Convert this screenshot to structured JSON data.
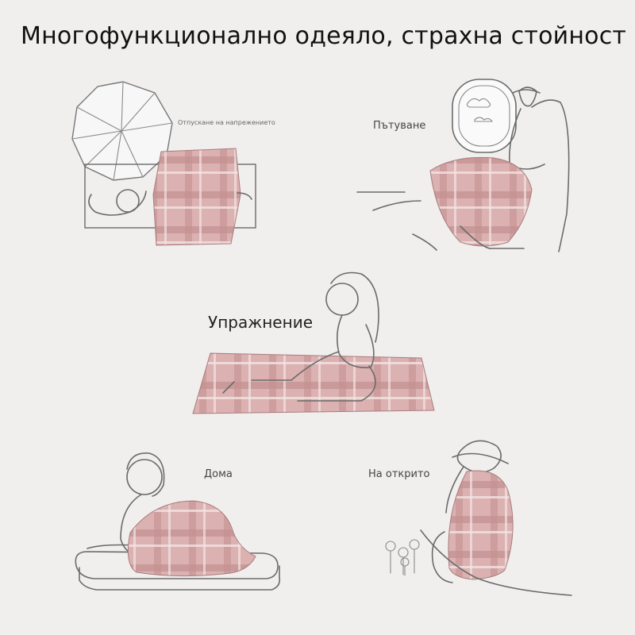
{
  "title": "Многофункционално одеяло, страхна стойност",
  "scenes": {
    "power_outage": {
      "label": "Отпускане на напрежението"
    },
    "travel": {
      "label": "Пътуване"
    },
    "exercise": {
      "label": "Упражнение"
    },
    "home": {
      "label": "Дома"
    },
    "outdoor": {
      "label": "На открито"
    }
  },
  "colors": {
    "background": "#f1efee",
    "blanket": "#d9a7a7",
    "blanket_stripe": "#b98585",
    "outline": "#6b6b6b"
  },
  "icons": [
    "umbrella-icon",
    "airplane-window-icon",
    "flower-icon"
  ]
}
